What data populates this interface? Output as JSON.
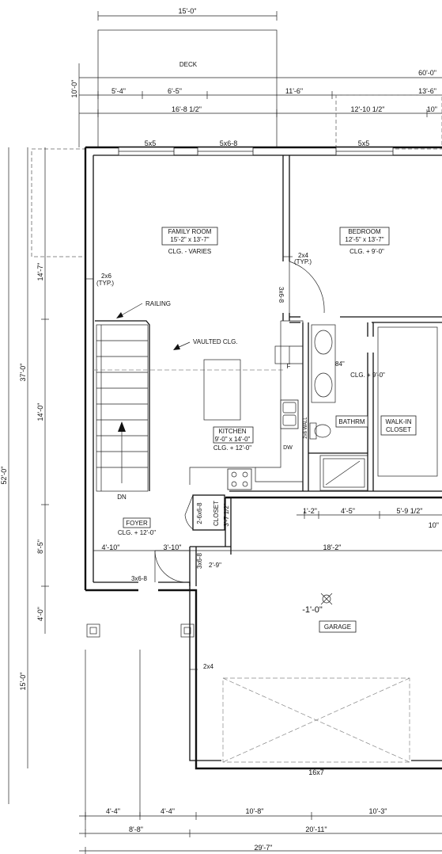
{
  "dimensions_top": {
    "deck_width": "15'-0\"",
    "deck_depth": "10'-0\"",
    "overall_width": "60'-0\"",
    "seg_1": "5'-4\"",
    "seg_2": "6'-5\"",
    "seg_3": "11'-6\"",
    "seg_4": "13'-6\"",
    "seg_5": "16'-8 1/2\"",
    "seg_6": "12'-10 1/2\"",
    "seg_7": "10\""
  },
  "dimensions_left": {
    "overall_depth": "52'-0\"",
    "house_depth": "37'-0\"",
    "d_1": "14'-7\"",
    "d_2": "14'-0\"",
    "d_3": "8'-5\"",
    "d_4": "4'-0\"",
    "d_5": "15'-0\""
  },
  "dimensions_bottom": {
    "b_1": "4'-4\"",
    "b_2": "4'-4\"",
    "b_3": "10'-8\"",
    "b_4": "10'-3\"",
    "b_5": "8'-8\"",
    "b_6": "20'-11\"",
    "overall": "29'-7\""
  },
  "windows": {
    "w1": "5x5",
    "w2": "5x6-8",
    "w3": "5x5"
  },
  "rooms": {
    "deck": "DECK",
    "family_name": "FAMILY ROOM",
    "family_size": "15'-2\" x 13'-7\"",
    "family_clg": "CLG. - VARIES",
    "bedroom_name": "BEDROOM",
    "bedroom_size": "12'-5\" x 13'-7\"",
    "bedroom_clg": "CLG. + 9'-0\"",
    "kitchen_name": "KITCHEN",
    "kitchen_size": "9'-0\" x 14'-0\"",
    "kitchen_clg": "CLG. + 12'-0\"",
    "bath": "BATHRM",
    "walkin_1": "WALK-IN",
    "walkin_2": "CLOSET",
    "walkin_clg": "CLG. + 9'-0\"",
    "foyer_name": "FOYER",
    "foyer_clg": "CLG. + 12'-0\"",
    "closet": "CLOSET",
    "garage": "GARAGE",
    "garage_level": "-1'-0\"",
    "garage_door": "16x7"
  },
  "notes": {
    "wall_2x6": "2x6",
    "wall_2x6_typ": "(TYP.)",
    "wall_2x4": "2x4",
    "wall_2x4_typ": "(TYP.)",
    "railing": "RAILING",
    "vaulted": "VAULTED CLG.",
    "door_3x68_bed": "3x6-8",
    "dn": "DN",
    "f": "F",
    "dw": "DW",
    "wall_2x6_small": "2x6 WALL",
    "h_84": "84\"",
    "door_26x68": "2-6x6-8",
    "door_3x68_g": "3x6-8",
    "door_3x68_front": "3x6-8",
    "dim_37_12": "3'-7 1/2\"",
    "dim_410": "4'-10\"",
    "dim_310": "3'-10\"",
    "dim_29": "2'-9\"",
    "dim_182": "18'-2\"",
    "dim_12": "1'-2\"",
    "dim_45": "4'-5\"",
    "dim_5912": "5'-9 1/2\"",
    "dim_10": "10\"",
    "garage_2x4": "2x4"
  }
}
